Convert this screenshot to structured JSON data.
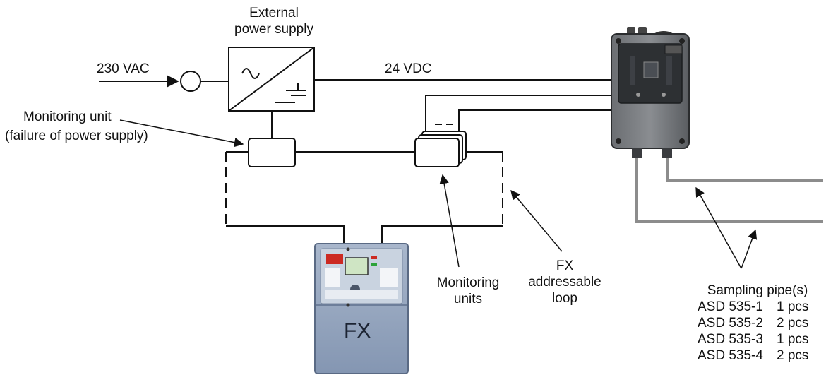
{
  "labels": {
    "external_power_supply": [
      "External",
      "power supply"
    ],
    "input_voltage": "230 VAC",
    "output_voltage": "24 VDC",
    "monitoring_unit": [
      "Monitoring unit",
      "(failure of power supply)"
    ],
    "monitoring_units": [
      "Monitoring",
      "units"
    ],
    "fx_loop": [
      "FX",
      "addressable",
      "loop"
    ],
    "panel_name": "FX"
  },
  "sampling": {
    "title": "Sampling pipe(s)",
    "rows": [
      {
        "model": "ASD 535-1",
        "qty": "1 pcs"
      },
      {
        "model": "ASD 535-2",
        "qty": "2 pcs"
      },
      {
        "model": "ASD 535-3",
        "qty": "1 pcs"
      },
      {
        "model": "ASD 535-4",
        "qty": "2 pcs"
      }
    ]
  }
}
